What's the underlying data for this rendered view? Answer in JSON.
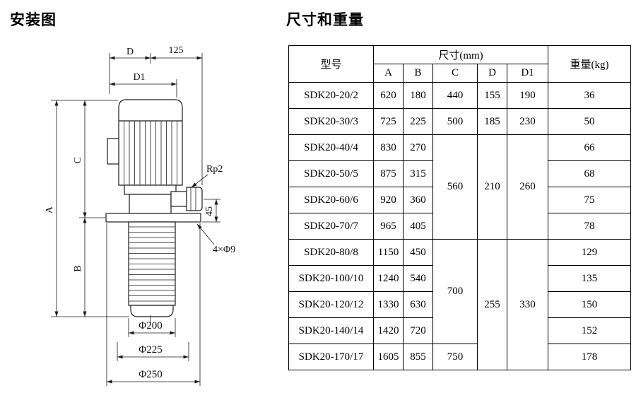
{
  "page": {
    "left_title": "安装图",
    "right_title": "尺寸和重量"
  },
  "drawing": {
    "labels": {
      "dim_d": "D",
      "dim_125": "125",
      "dim_d1": "D1",
      "dim_a": "A",
      "dim_c": "C",
      "dim_b": "B",
      "port": "Rp2",
      "dim_45": "45",
      "holes": "4×Φ9",
      "dia_200": "Φ200",
      "dia_225": "Φ225",
      "dia_250": "Φ250"
    }
  },
  "table": {
    "header": {
      "model": "型号",
      "size_group": "尺寸(mm)",
      "size_cols": [
        "A",
        "B",
        "C",
        "D",
        "D1"
      ],
      "weight": "重量(kg)"
    },
    "rows": [
      {
        "model": "SDK20-20/2",
        "a": "620",
        "b": "180",
        "c": {
          "v": "440",
          "rs": 1
        },
        "d": {
          "v": "155",
          "rs": 1
        },
        "d1": {
          "v": "190",
          "rs": 1
        },
        "w": "36"
      },
      {
        "model": "SDK20-30/3",
        "a": "725",
        "b": "225",
        "c": {
          "v": "500",
          "rs": 1
        },
        "d": {
          "v": "185",
          "rs": 1
        },
        "d1": {
          "v": "230",
          "rs": 1
        },
        "w": "50"
      },
      {
        "model": "SDK20-40/4",
        "a": "830",
        "b": "270",
        "c": {
          "v": "560",
          "rs": 4
        },
        "d": {
          "v": "210",
          "rs": 4
        },
        "d1": {
          "v": "260",
          "rs": 4
        },
        "w": "66"
      },
      {
        "model": "SDK20-50/5",
        "a": "875",
        "b": "315",
        "w": "68"
      },
      {
        "model": "SDK20-60/6",
        "a": "920",
        "b": "360",
        "w": "75"
      },
      {
        "model": "SDK20-70/7",
        "a": "965",
        "b": "405",
        "w": "78"
      },
      {
        "model": "SDK20-80/8",
        "a": "1150",
        "b": "450",
        "c": {
          "v": "700",
          "rs": 4
        },
        "d": {
          "v": "255",
          "rs": 5
        },
        "d1": {
          "v": "330",
          "rs": 5
        },
        "w": "129"
      },
      {
        "model": "SDK20-100/10",
        "a": "1240",
        "b": "540",
        "w": "135"
      },
      {
        "model": "SDK20-120/12",
        "a": "1330",
        "b": "630",
        "w": "150"
      },
      {
        "model": "SDK20-140/14",
        "a": "1420",
        "b": "720",
        "w": "152"
      },
      {
        "model": "SDK20-170/17",
        "a": "1605",
        "b": "855",
        "c": {
          "v": "750",
          "rs": 1
        },
        "w": "178"
      }
    ]
  }
}
